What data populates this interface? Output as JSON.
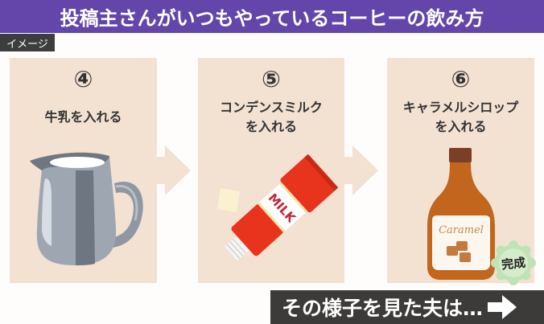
{
  "header": {
    "title": "投稿主さんがいつもやっているコーヒーの飲み方",
    "background_color": "#6446aa"
  },
  "image_label": "イメージ",
  "panels": [
    {
      "number": "④",
      "caption_lines": [
        "牛乳を入れる"
      ],
      "illustration": "milk-pitcher-icon"
    },
    {
      "number": "⑤",
      "caption_lines": [
        "コンデンスミルク",
        "を入れる"
      ],
      "illustration": "condensed-milk-tube-icon",
      "tube_label": "MILK"
    },
    {
      "number": "⑥",
      "caption_lines": [
        "キャラメルシロップ",
        "を入れる"
      ],
      "illustration": "caramel-syrup-bottle-icon",
      "bottle_label": "Caramel",
      "badge": "完成"
    }
  ],
  "banner": {
    "text": "その様子を見た夫は…",
    "icon": "arrow-right-icon"
  },
  "colors": {
    "panel_bg": "#f3e1d2",
    "banner_bg": "#3c3b3a",
    "badge_green": "#bfe3b6",
    "tube_red": "#e8341c",
    "caramel": "#c2651d"
  }
}
